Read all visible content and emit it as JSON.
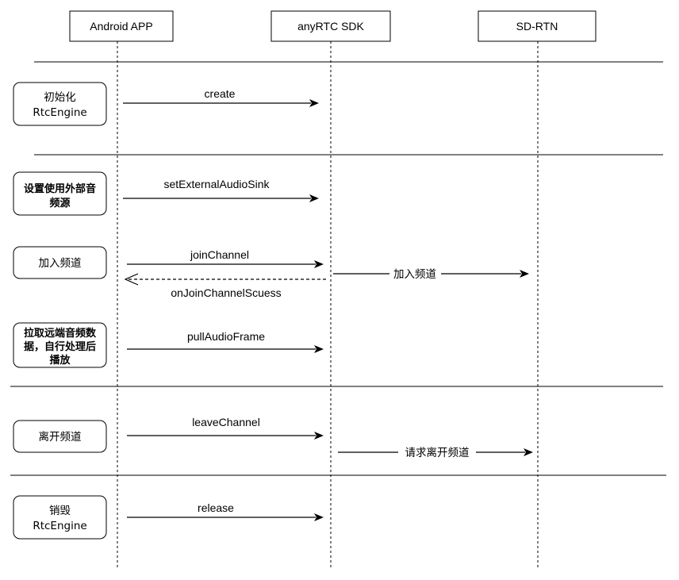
{
  "participants": [
    {
      "key": "app",
      "label": "Android APP"
    },
    {
      "key": "sdk",
      "label": "anyRTC SDK"
    },
    {
      "key": "rtn",
      "label": "SD-RTN"
    }
  ],
  "steps": [
    {
      "lines": [
        "初始化",
        "RtcEngine"
      ],
      "bold": false
    },
    {
      "lines": [
        "设置使用外部音",
        "频源"
      ],
      "bold": true
    },
    {
      "lines": [
        "加入频道"
      ],
      "bold": false
    },
    {
      "lines": [
        "拉取远端音频数",
        "据，自行处理后",
        "播放"
      ],
      "bold": true
    },
    {
      "lines": [
        "离开频道"
      ],
      "bold": false
    },
    {
      "lines": [
        "销毁",
        "RtcEngine"
      ],
      "bold": false
    }
  ],
  "messages": [
    {
      "label": "create",
      "from": "app",
      "to": "sdk",
      "style": "solid"
    },
    {
      "label": "setExternalAudioSink",
      "from": "app",
      "to": "sdk",
      "style": "solid"
    },
    {
      "label": "joinChannel",
      "from": "app",
      "to": "sdk",
      "style": "solid"
    },
    {
      "label": "onJoinChannelScuess",
      "from": "sdk",
      "to": "app",
      "style": "dashed"
    },
    {
      "label": "加入频道",
      "from": "sdk",
      "to": "rtn",
      "style": "solid"
    },
    {
      "label": "pullAudioFrame",
      "from": "app",
      "to": "sdk",
      "style": "solid"
    },
    {
      "label": "leaveChannel",
      "from": "app",
      "to": "sdk",
      "style": "solid"
    },
    {
      "label": "请求离开频道",
      "from": "sdk",
      "to": "rtn",
      "style": "solid"
    },
    {
      "label": "release",
      "from": "app",
      "to": "sdk",
      "style": "solid"
    }
  ]
}
